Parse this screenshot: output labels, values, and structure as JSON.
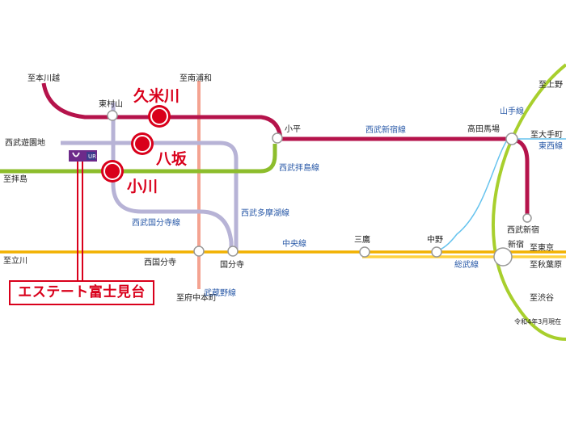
{
  "colors": {
    "seibu_shinjuku": "#b5134b",
    "seibu_haijima": "#8dbd2c",
    "seibu_tamako": "#b7b3d6",
    "seibu_kokubunji": "#b7b3d6",
    "chuo": "#f2b100",
    "sobu": "#ffd23f",
    "yamanote": "#a8cf2d",
    "tozai": "#66c3ee",
    "musashino": "#f4a391",
    "highlight": "#d9001b"
  },
  "destinations": {
    "hon_kawagoe": "至本川越",
    "minami_urawa": "至南浦和",
    "seibuyuenchi": "西武遊園地",
    "haijima": "至拝島",
    "tachikawa": "至立川",
    "fuchu_hommachi": "至府中本町",
    "ueno": "至上野",
    "otemachi": "至大手町",
    "tokyo": "至東京",
    "akihabara": "至秋葉原",
    "shibuya": "至渋谷"
  },
  "stations": {
    "higashimurayama": "東村山",
    "kodaira": "小平",
    "takadanobaba": "高田馬場",
    "seibu_shinjuku": "西武新宿",
    "nishikokubunji": "西国分寺",
    "kokubunji": "国分寺",
    "mitaka": "三鷹",
    "nakano": "中野",
    "shinjuku": "新宿"
  },
  "lines": {
    "yamanote": "山手線",
    "tozai": "東西線",
    "seibu_shinjuku": "西武新宿線",
    "seibu_haijima": "西武拝島線",
    "seibu_tamako": "西武多摩湖線",
    "seibu_kokubunji": "西武国分寺線",
    "chuo": "中央線",
    "sobu": "総武線",
    "musashino": "武蔵野線"
  },
  "highlights": {
    "kumegawa": "久米川",
    "yasaka": "八坂",
    "ogawa": "小川"
  },
  "logo_text": "UR",
  "property_name": "エステート富士見台",
  "as_of": "令和4年3月現在"
}
